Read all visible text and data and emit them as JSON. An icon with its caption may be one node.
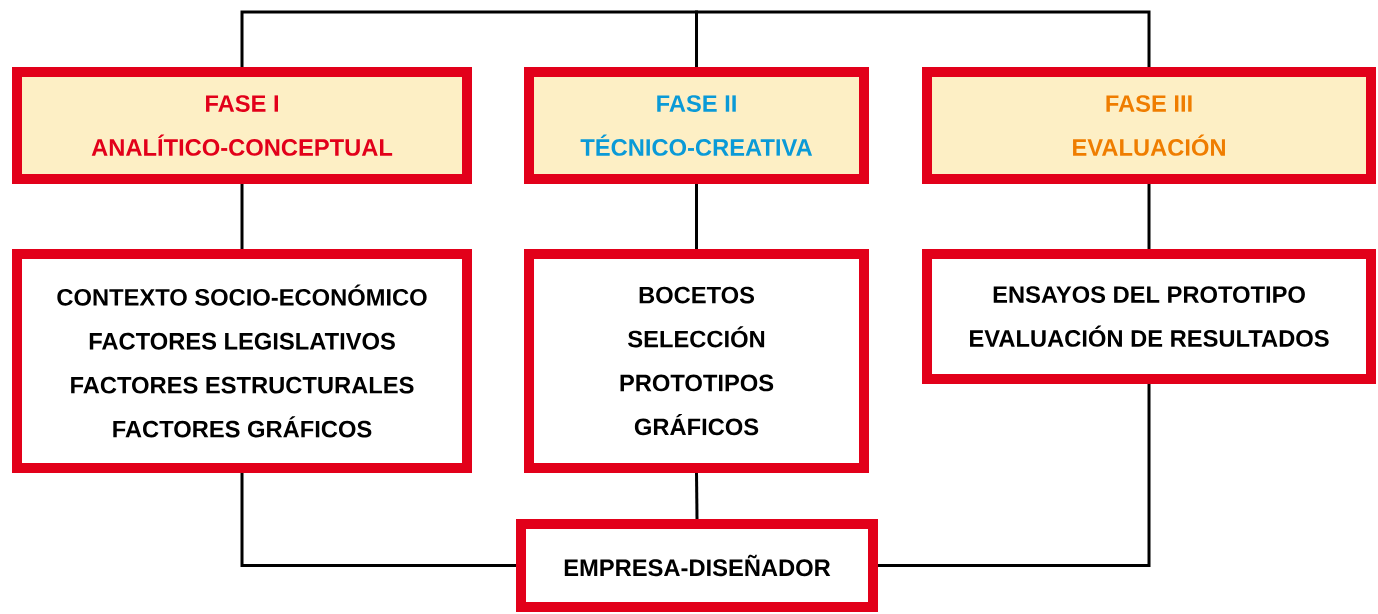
{
  "diagram": {
    "nodes": [
      {
        "text": [
          "FASE I",
          "ANALÍTICO-CONCEPTUAL"
        ]
      },
      {
        "text": [
          "FASE II",
          "TÉCNICO-CREATIVA"
        ]
      },
      {
        "text": [
          "FASE III",
          "EVALUACIÓN"
        ]
      },
      {
        "text": [
          "CONTEXTO SOCIO-ECONÓMICO",
          "FACTORES LEGISLATIVOS",
          "FACTORES ESTRUCTURALES",
          "FACTORES GRÁFICOS"
        ]
      },
      {
        "text": [
          "BOCETOS",
          "SELECCIÓN",
          "PROTOTIPOS",
          "GRÁFICOS"
        ]
      },
      {
        "text": [
          "ENSAYOS DEL PROTOTIPO",
          "EVALUACIÓN DE RESULTADOS"
        ]
      },
      {
        "text": [
          "EMPRESA-DISEÑADOR"
        ]
      }
    ],
    "edges": [
      {
        "from": 0,
        "to": 1,
        "arrow": "none"
      },
      {
        "from": 1,
        "to": 2,
        "arrow": "none"
      },
      {
        "from": 0,
        "to": 3,
        "arrow": "none"
      },
      {
        "from": 1,
        "to": 4,
        "arrow": "none"
      },
      {
        "from": 2,
        "to": 5,
        "arrow": "none"
      },
      {
        "from": 3,
        "to": 6,
        "arrow": "none"
      },
      {
        "from": 4,
        "to": 6,
        "arrow": "none"
      },
      {
        "from": 5,
        "to": 6,
        "arrow": "none"
      }
    ]
  }
}
